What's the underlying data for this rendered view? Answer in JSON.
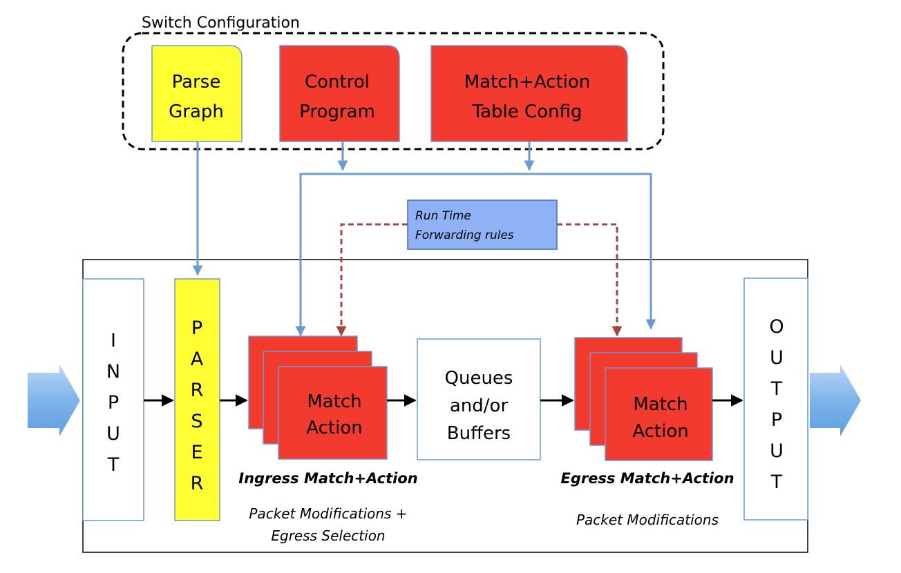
{
  "switch_config": {
    "title": "Switch Configuration",
    "parse_graph": [
      "Parse",
      "Graph"
    ],
    "control_program": [
      "Control",
      "Program"
    ],
    "table_config": [
      "Match+Action",
      "Table Config"
    ]
  },
  "runtime": {
    "line1": "Run Time",
    "line2": "Forwarding rules"
  },
  "input_letters": [
    "I",
    "N",
    "P",
    "U",
    "T"
  ],
  "parser_letters": [
    "P",
    "A",
    "R",
    "S",
    "E",
    "R"
  ],
  "output_letters": [
    "O",
    "U",
    "T",
    "P",
    "U",
    "T"
  ],
  "ingress": {
    "block": [
      "Match",
      "Action"
    ],
    "label": "Ingress Match+Action",
    "sub1": "Packet Modifications +",
    "sub2": "Egress Selection"
  },
  "queues": [
    "Queues",
    "and/or",
    "Buffers"
  ],
  "egress": {
    "block": [
      "Match",
      "Action"
    ],
    "label": "Egress Match+Action",
    "sub1": "Packet Modifications"
  },
  "colors": {
    "red": "#f23a2e",
    "yellow": "#ffff33",
    "blue_line": "#6a9bd1",
    "runtime_fill": "#8fb2f6",
    "dashed_red": "#a5463d"
  }
}
